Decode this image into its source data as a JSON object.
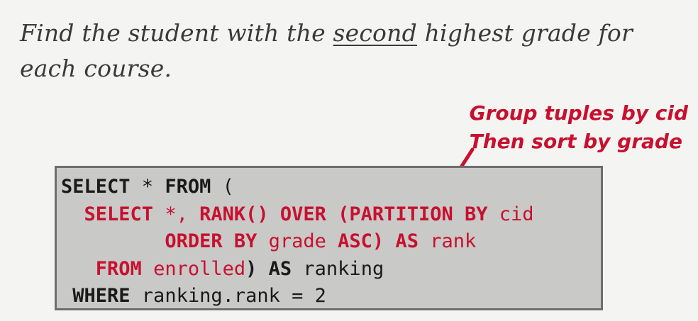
{
  "prompt": {
    "before": "Find the student with the ",
    "underlined": "second",
    "after": " highest grade for each course."
  },
  "annotation": {
    "line1": "Group tuples by cid",
    "line2": "Then sort by grade"
  },
  "code": {
    "l1_select": "SELECT",
    "l1_star": " * ",
    "l1_from": "FROM",
    "l1_paren": " (",
    "l2_indent": "  ",
    "l2_select": "SELECT",
    "l2_star_comma": " *, ",
    "l2_rank": "RANK() OVER (PARTITION BY",
    "l2_cid": " cid",
    "l3_indent": "         ",
    "l3_orderby": "ORDER BY",
    "l3_grade": " grade ",
    "l3_asc": "ASC) AS",
    "l3_rank": " rank",
    "l4_indent": "   ",
    "l4_from": "FROM",
    "l4_enrolled": " enrolled",
    "l4_close": ") AS",
    "l4_ranking": " ranking",
    "l5_indent": " ",
    "l5_where": "WHERE",
    "l5_cond": " ranking.rank = 2"
  },
  "colors": {
    "accent": "#c8102e",
    "code_background": "#c9c9c7",
    "code_border": "#6e6e6e",
    "text": "#3a3a3a"
  }
}
